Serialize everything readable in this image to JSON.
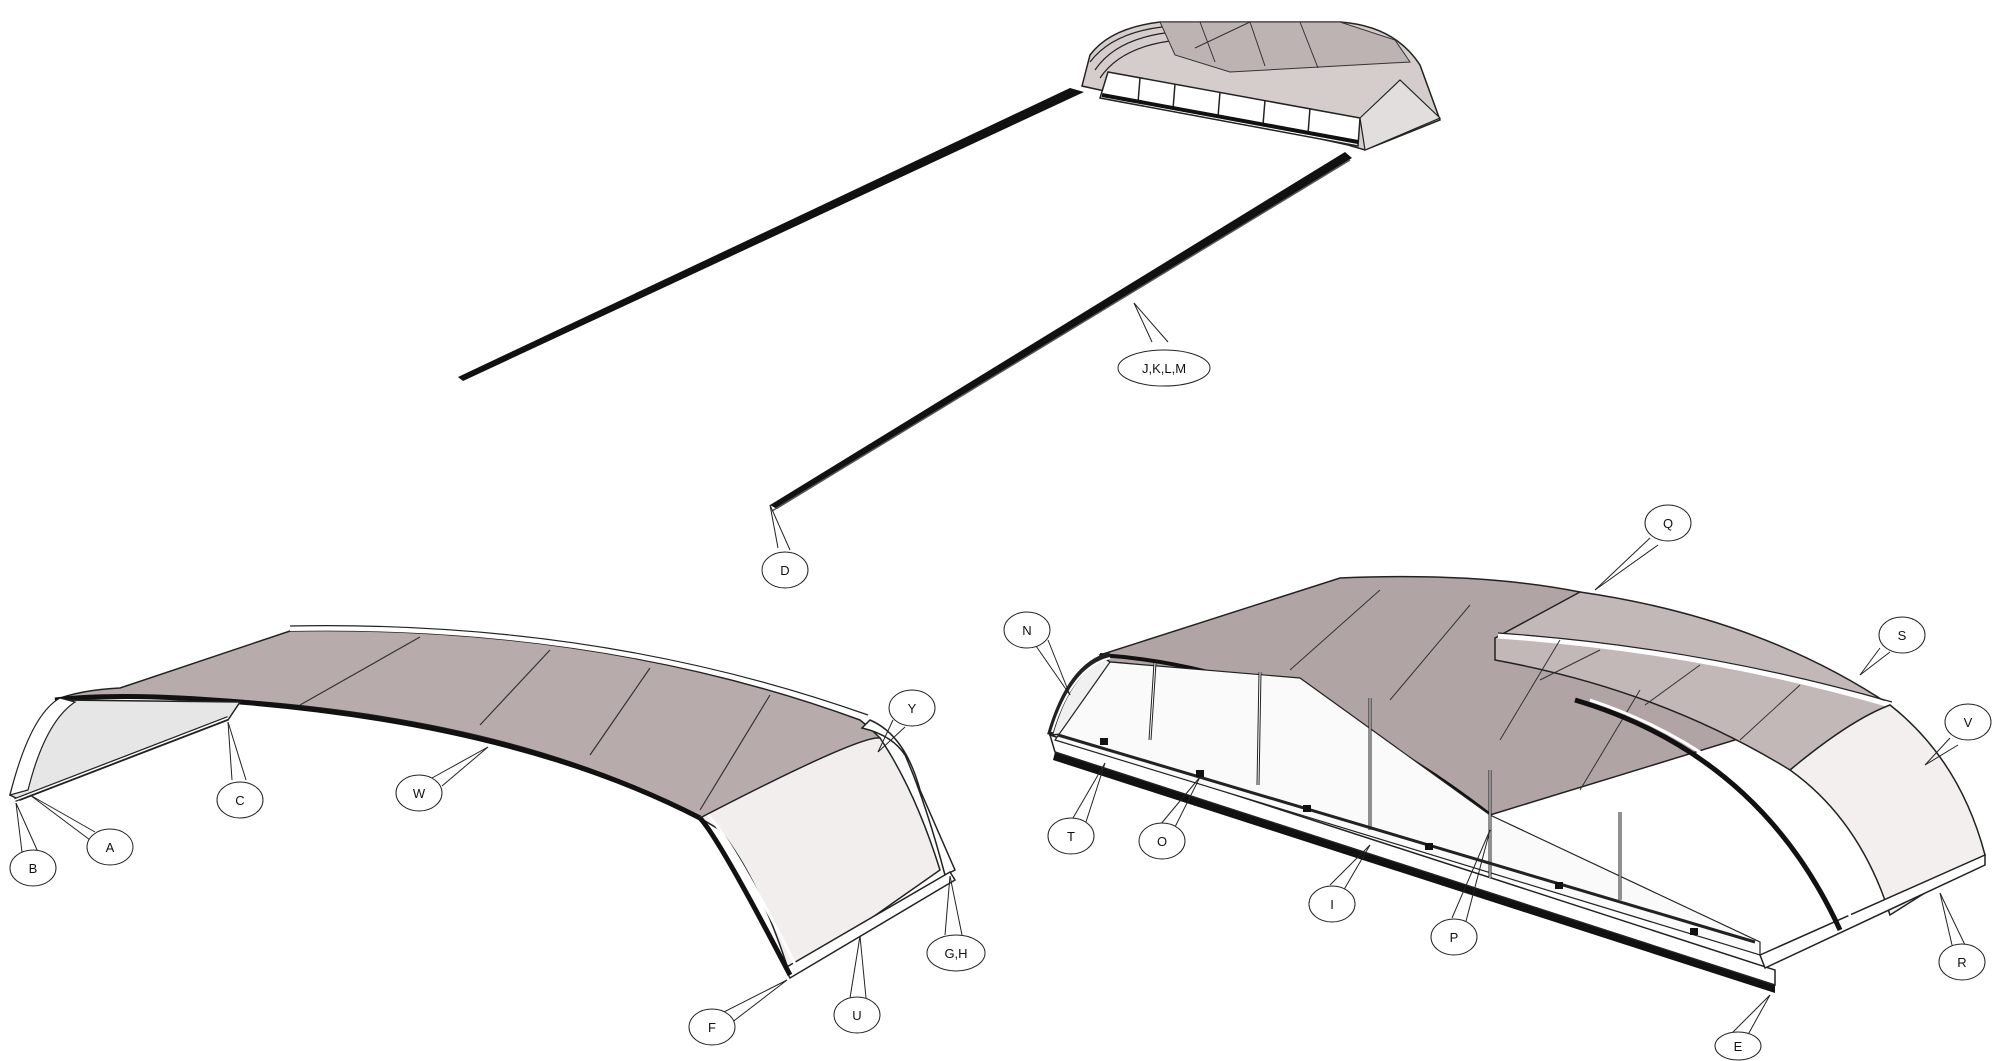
{
  "diagram": {
    "callouts": {
      "jklm": "J,K,L,M",
      "d": "D",
      "a": "A",
      "b": "B",
      "c": "C",
      "w": "W",
      "y": "Y",
      "f": "F",
      "u": "U",
      "gh": "G,H",
      "n": "N",
      "t": "T",
      "o": "O",
      "i": "I",
      "p": "P",
      "q": "Q",
      "s": "S",
      "v": "V",
      "r": "R",
      "e": "E"
    },
    "colors": {
      "panel_gray": "#b7acab",
      "panel_gray_dark": "#a69b9a",
      "panel_light": "#eeeeee",
      "frame": "#ffffff",
      "rail": "#111111",
      "stroke": "#222222"
    }
  }
}
